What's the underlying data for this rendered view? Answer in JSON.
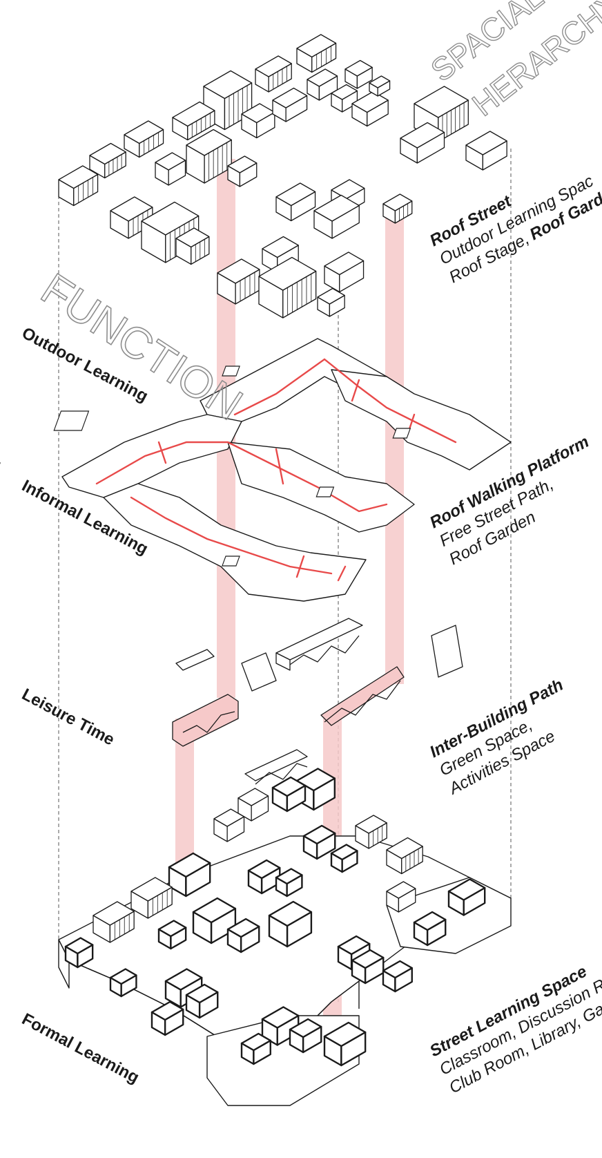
{
  "headings": {
    "spatial_line1": "SPACIAL",
    "spatial_line2": "HERARCHY",
    "function": "FUNCTION"
  },
  "function_labels": [
    "Outdoor Learning",
    "Informal Learning",
    "Leisure Time",
    "Formal Learning"
  ],
  "layers": [
    {
      "title": "Roof Street",
      "line1": "Outdoor Learning Spac",
      "line2_a": "Roof Stage,",
      "line2_b": "Roof Garde"
    },
    {
      "title": "Roof Walking Platform",
      "line1": "Free Street Path,",
      "line2": "Roof Garden"
    },
    {
      "title": "Inter-Building Path",
      "line1": "Green Space,",
      "line2": "Activities Space"
    },
    {
      "title": "Street Learning Space",
      "line1": "Classroom, Discussion R",
      "line2": "Club Room, Library, Ga"
    }
  ],
  "colors": {
    "ink": "#1a1a1a",
    "accent_red": "#e84a4a",
    "pink_band": "#f6c9c9",
    "heading_grey": "#8e8e8e",
    "background": "#ffffff"
  }
}
